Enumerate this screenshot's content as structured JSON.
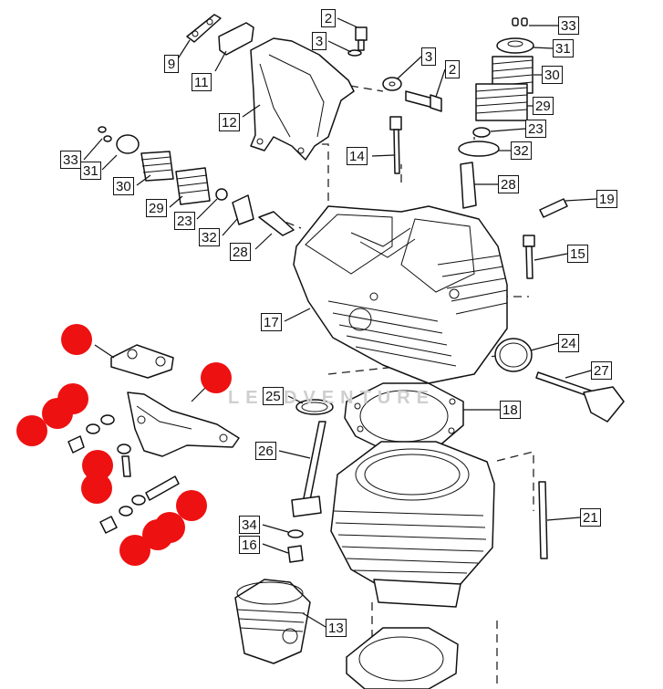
{
  "watermark": "LEADVENTURE",
  "colors": {
    "marker": "#ee1111",
    "line": "#111111",
    "background": "#ffffff"
  },
  "callouts": [
    {
      "id": "c9",
      "label": "9"
    },
    {
      "id": "c11",
      "label": "11"
    },
    {
      "id": "c12",
      "label": "12"
    },
    {
      "id": "c2a",
      "label": "2"
    },
    {
      "id": "c3a",
      "label": "3"
    },
    {
      "id": "c3b",
      "label": "3"
    },
    {
      "id": "c2b",
      "label": "2"
    },
    {
      "id": "c33a",
      "label": "33"
    },
    {
      "id": "c31a",
      "label": "31"
    },
    {
      "id": "c30a",
      "label": "30"
    },
    {
      "id": "c29a",
      "label": "29"
    },
    {
      "id": "c23a",
      "label": "23"
    },
    {
      "id": "c32a",
      "label": "32"
    },
    {
      "id": "c28a",
      "label": "28"
    },
    {
      "id": "c19",
      "label": "19"
    },
    {
      "id": "c15",
      "label": "15"
    },
    {
      "id": "c14",
      "label": "14"
    },
    {
      "id": "c33b",
      "label": "33"
    },
    {
      "id": "c31b",
      "label": "31"
    },
    {
      "id": "c30b",
      "label": "30"
    },
    {
      "id": "c29b",
      "label": "29"
    },
    {
      "id": "c23b",
      "label": "23"
    },
    {
      "id": "c32b",
      "label": "32"
    },
    {
      "id": "c28b",
      "label": "28"
    },
    {
      "id": "c17",
      "label": "17"
    },
    {
      "id": "c24",
      "label": "24"
    },
    {
      "id": "c27",
      "label": "27"
    },
    {
      "id": "c25",
      "label": "25"
    },
    {
      "id": "c18",
      "label": "18"
    },
    {
      "id": "c26",
      "label": "26"
    },
    {
      "id": "c21",
      "label": "21"
    },
    {
      "id": "c34",
      "label": "34"
    },
    {
      "id": "c16",
      "label": "16"
    },
    {
      "id": "c13",
      "label": "13"
    }
  ]
}
